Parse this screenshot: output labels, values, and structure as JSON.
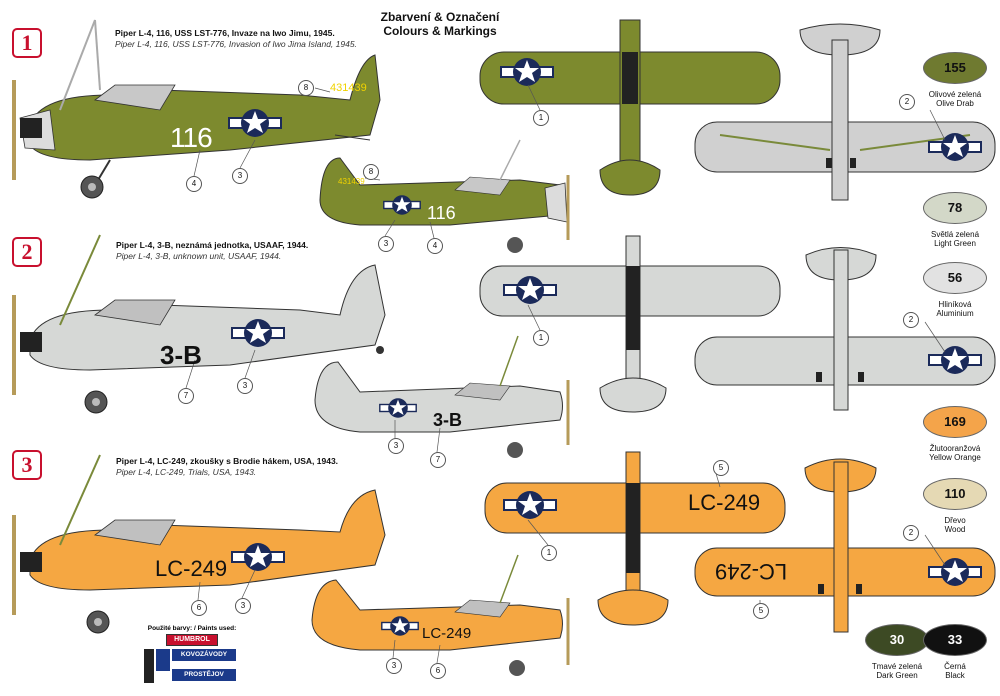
{
  "header": {
    "title_cz": "Zbarvení & Označení",
    "title_en": "Colours & Markings"
  },
  "schemes": [
    {
      "number": "1",
      "cz": "Piper L-4, 116, USS LST-776, Invaze na Iwo Jimu, 1945.",
      "en": "Piper L-4, 116, USS LST-776, Invasion of Iwo Jima Island, 1945.",
      "code": "116",
      "serial": "431439",
      "color": "#7d8a2e"
    },
    {
      "number": "2",
      "cz": "Piper L-4, 3-B, neznámá jednotka, USAAF, 1944.",
      "en": "Piper L-4, 3-B, unknown unit, USAAF, 1944.",
      "code": "3-B",
      "color": "#d6d8d6"
    },
    {
      "number": "3",
      "cz": "Piper L-4, LC-249, zkoušky s Brodie hákem, USA, 1943.",
      "en": "Piper L-4, LC-249, Trials, USA, 1943.",
      "code": "LC-249",
      "color": "#f5a742"
    }
  ],
  "callouts": {
    "c1": "1",
    "c2": "2",
    "c3": "3",
    "c4": "4",
    "c5": "5",
    "c6": "6",
    "c7": "7",
    "c8": "8"
  },
  "paints": [
    {
      "code": "155",
      "cz": "Olivové zelená",
      "en": "Olive Drab",
      "color": "#6f7a30",
      "text": "#111"
    },
    {
      "code": "78",
      "cz": "Světlá zelená",
      "en": "Light Green",
      "color": "#d3d8c8",
      "text": "#111"
    },
    {
      "code": "56",
      "cz": "Hliníková",
      "en": "Aluminium",
      "color": "#e2e2e2",
      "text": "#111"
    },
    {
      "code": "169",
      "cz": "Žlutooranžová",
      "en": "Yellow Orange",
      "color": "#f4a44a",
      "text": "#111"
    },
    {
      "code": "110",
      "cz": "Dřevo",
      "en": "Wood",
      "color": "#e5d9b4",
      "text": "#111"
    },
    {
      "code": "30",
      "cz": "Tmavé zelená",
      "en": "Dark Green",
      "color": "#3d4a24",
      "text": "#fff"
    },
    {
      "code": "33",
      "cz": "Černá",
      "en": "Black",
      "color": "#111111",
      "text": "#fff"
    }
  ],
  "brand": {
    "paints_used": "Použité barvy: / Paints used:",
    "humbrol": "HUMBROL",
    "kovo": "KOVOZÁVODY",
    "prostejov": "PROSTĚJOV"
  }
}
